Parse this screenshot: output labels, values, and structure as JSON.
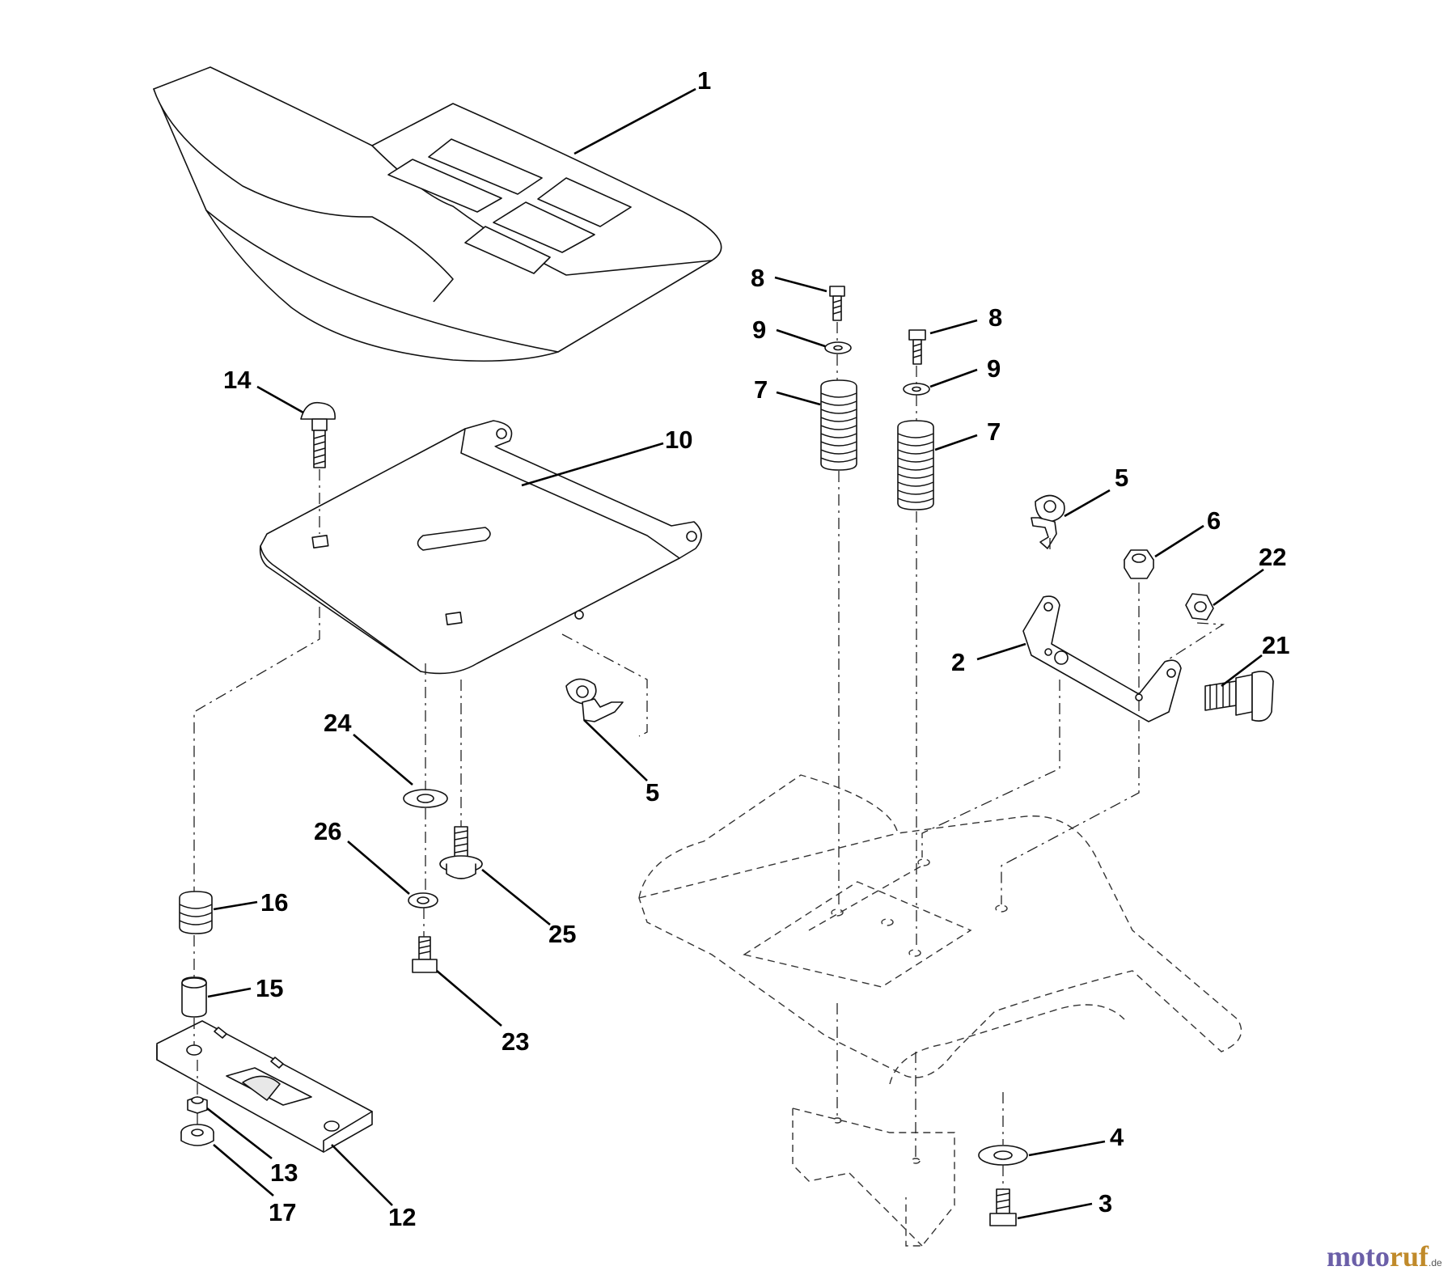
{
  "diagram": {
    "callouts": [
      "1",
      "2",
      "3",
      "4",
      "5",
      "5",
      "6",
      "7",
      "7",
      "8",
      "8",
      "9",
      "9",
      "10",
      "12",
      "13",
      "14",
      "15",
      "16",
      "17",
      "21",
      "22",
      "23",
      "24",
      "25",
      "26"
    ]
  },
  "watermark": {
    "part_a": "moto",
    "part_b": "ruf",
    "suffix": ".de"
  }
}
